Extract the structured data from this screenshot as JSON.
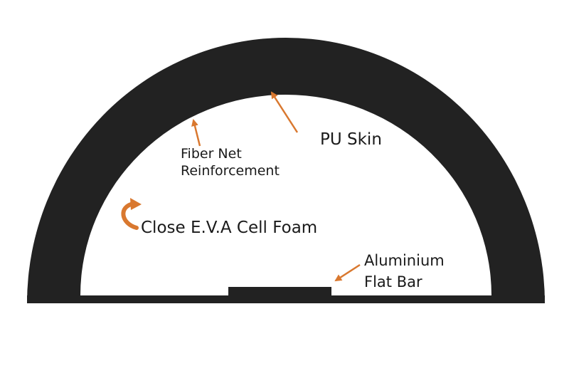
{
  "diagram": {
    "labels": {
      "pu_skin": "PU Skin",
      "fiber_net_line1": "Fiber Net",
      "fiber_net_line2": "Reinforcement",
      "foam": "Close E.V.A Cell Foam",
      "aluminium_line1": "Aluminium",
      "aluminium_line2": "Flat Bar"
    },
    "colors": {
      "skin": "#222222",
      "arrow": "#d9782f",
      "background": "#ffffff",
      "text": "#1a1a1a"
    }
  }
}
